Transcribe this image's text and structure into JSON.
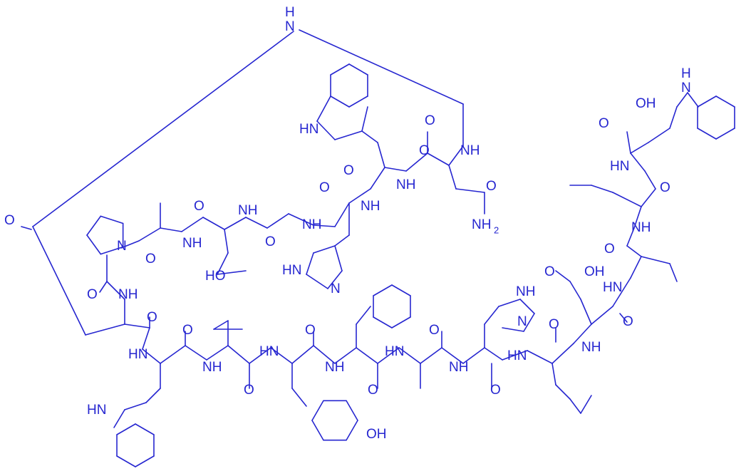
{
  "colors": {
    "bond": "#2626D0",
    "background": "#FFFFFF"
  },
  "labels": {
    "nh_bridge": "H N",
    "o": "O",
    "oh": "OH",
    "ho": "HO",
    "nh": "NH",
    "hn": "HN",
    "n": "N",
    "h": "H",
    "nh2_n": "NH",
    "nh2_sub": "2"
  }
}
